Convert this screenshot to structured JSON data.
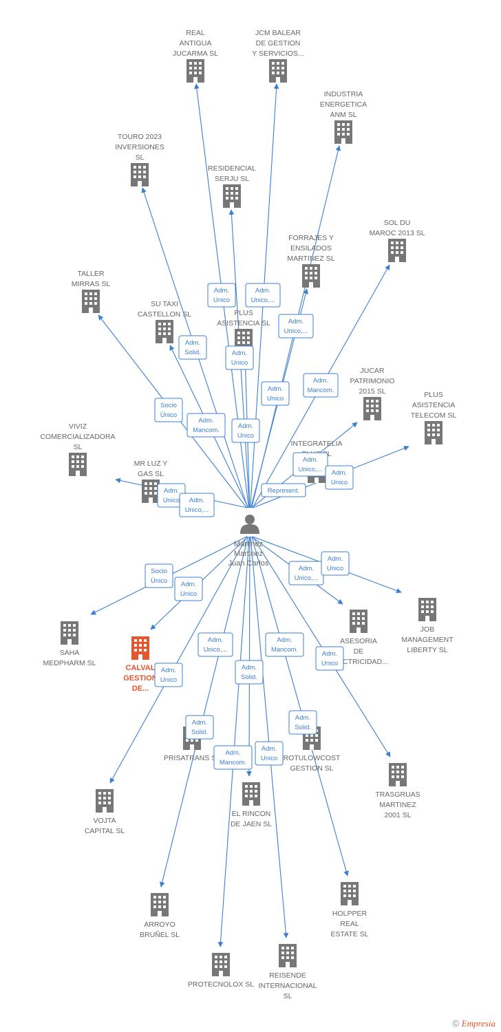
{
  "colors": {
    "edge": "#3c7fd0",
    "building": "#777777",
    "highlight": "#e8542c",
    "text": "#666666"
  },
  "center": {
    "lines": [
      "Martinez",
      "Martinez",
      "Juan Carlos"
    ],
    "icon": "person-icon"
  },
  "nodes": [
    {
      "id": "real-antigua",
      "lines": [
        "REAL",
        "ANTIGUA",
        "JUCARMA SL"
      ]
    },
    {
      "id": "jcm-balear",
      "lines": [
        "JCM BALEAR",
        "DE GESTION",
        "Y SERVICIOS..."
      ]
    },
    {
      "id": "industria-energetica",
      "lines": [
        "INDUSTRIA",
        "ENERGETICA",
        "ANM  SL"
      ]
    },
    {
      "id": "touro-2023",
      "lines": [
        "TOURO 2023",
        "INVERSIONES",
        "SL"
      ]
    },
    {
      "id": "residencial-serju",
      "lines": [
        "RESIDENCIAL",
        "SERJU  SL"
      ]
    },
    {
      "id": "sol-du-maroc",
      "lines": [
        "SOL DU",
        "MAROC 2013 SL"
      ]
    },
    {
      "id": "forrajes",
      "lines": [
        "FORRAJES Y",
        "ENSILADOS",
        "MARTINEZ SL"
      ]
    },
    {
      "id": "taller-mirras",
      "lines": [
        "TALLER",
        "MIRRAS  SL"
      ]
    },
    {
      "id": "su-taxi",
      "lines": [
        "SU TAXI",
        "CASTELLON SL"
      ]
    },
    {
      "id": "plus-asistencia",
      "lines": [
        "PLUS",
        "ASISTENCIA SL"
      ]
    },
    {
      "id": "jucar-patrimonio",
      "lines": [
        "JUCAR",
        "PATRIMONIO",
        "2015  SL"
      ]
    },
    {
      "id": "plus-telecom",
      "lines": [
        "PLUS",
        "ASISTENCIA",
        "TELECOM  SL"
      ]
    },
    {
      "id": "viviz",
      "lines": [
        "VIVIZ",
        "COMERCIALIZADORA",
        "SL"
      ]
    },
    {
      "id": "integratelia",
      "lines": [
        "INTEGRATELIA",
        "PLUS  SL"
      ]
    },
    {
      "id": "mr-luz",
      "lines": [
        "MR LUZ Y",
        "GAS  SL"
      ]
    },
    {
      "id": "saha-medpharm",
      "lines": [
        "SAHA",
        "MEDPHARM  SL"
      ]
    },
    {
      "id": "calval",
      "lines": [
        "CALVAL",
        "GESTION",
        "DE..."
      ]
    },
    {
      "id": "asesoria",
      "lines": [
        "ASESORIA",
        "DE",
        "ELECTRICIDAD..."
      ]
    },
    {
      "id": "job-management",
      "lines": [
        "JOB",
        "MANAGEMENT",
        "LIBERTY SL"
      ]
    },
    {
      "id": "prisatrans",
      "lines": [
        "PRISATRANS SL"
      ]
    },
    {
      "id": "rotulowcost",
      "lines": [
        "ROTULOWCOST",
        "GESTION  SL"
      ]
    },
    {
      "id": "trasgruas",
      "lines": [
        "TRASGRUAS",
        "MARTINEZ",
        "2001  SL"
      ]
    },
    {
      "id": "vojta",
      "lines": [
        "VOJTA",
        "CAPITAL  SL"
      ]
    },
    {
      "id": "el-rincon",
      "lines": [
        "EL RINCON",
        "DE JAEN  SL"
      ]
    },
    {
      "id": "arroyo-brunel",
      "lines": [
        "ARROYO",
        "BRUÑEL  SL"
      ]
    },
    {
      "id": "holpper",
      "lines": [
        "HOLPPER",
        "REAL",
        "ESTATE  SL"
      ]
    },
    {
      "id": "protecnolox",
      "lines": [
        "PROTECNOLOX SL"
      ]
    },
    {
      "id": "reisende",
      "lines": [
        "REISENDE",
        "INTERNACIONAL",
        "SL"
      ]
    }
  ],
  "relations": [
    {
      "id": "r1",
      "lines": [
        "Adm.",
        "Unico"
      ]
    },
    {
      "id": "r2",
      "lines": [
        "Adm.",
        "Unico,..."
      ]
    },
    {
      "id": "r3",
      "lines": [
        "Adm.",
        "Unico,..."
      ]
    },
    {
      "id": "r4",
      "lines": [
        "Adm.",
        "Solid."
      ]
    },
    {
      "id": "r5",
      "lines": [
        "Adm.",
        "Unico"
      ]
    },
    {
      "id": "r6",
      "lines": [
        "Adm.",
        "Mancom."
      ]
    },
    {
      "id": "r7",
      "lines": [
        "Adm.",
        "Unico"
      ]
    },
    {
      "id": "r8",
      "lines": [
        "Socio",
        "Único"
      ]
    },
    {
      "id": "r9",
      "lines": [
        "Adm.",
        "Mancom."
      ]
    },
    {
      "id": "r10",
      "lines": [
        "Adm.",
        "Unico"
      ]
    },
    {
      "id": "r11",
      "lines": [
        "Adm.",
        "Unico,..."
      ]
    },
    {
      "id": "r12",
      "lines": [
        "Adm.",
        "Unico"
      ]
    },
    {
      "id": "r13",
      "lines": [
        "Adm.",
        "Unico"
      ]
    },
    {
      "id": "r14",
      "lines": [
        "Adm.",
        "Unico,..."
      ]
    },
    {
      "id": "r15",
      "lines": [
        "Represent."
      ]
    },
    {
      "id": "r16",
      "lines": [
        "Socio",
        "Único"
      ]
    },
    {
      "id": "r17",
      "lines": [
        "Adm.",
        "Unico"
      ]
    },
    {
      "id": "r18",
      "lines": [
        "Adm.",
        "Unico,..."
      ]
    },
    {
      "id": "r19",
      "lines": [
        "Adm.",
        "Unico"
      ]
    },
    {
      "id": "r20",
      "lines": [
        "Adm.",
        "Unico,..."
      ]
    },
    {
      "id": "r21",
      "lines": [
        "Adm.",
        "Mancom."
      ]
    },
    {
      "id": "r22",
      "lines": [
        "Adm.",
        "Unico"
      ]
    },
    {
      "id": "r23",
      "lines": [
        "Adm.",
        "Unico"
      ]
    },
    {
      "id": "r24",
      "lines": [
        "Adm.",
        "Solid."
      ]
    },
    {
      "id": "r25",
      "lines": [
        "Adm.",
        "Solid."
      ]
    },
    {
      "id": "r26",
      "lines": [
        "Adm.",
        "Solid."
      ]
    },
    {
      "id": "r27",
      "lines": [
        "Adm.",
        "Mancom."
      ]
    },
    {
      "id": "r28",
      "lines": [
        "Adm.",
        "Unico"
      ]
    }
  ],
  "footer": {
    "symbol": "©",
    "brand": "Empresia"
  }
}
